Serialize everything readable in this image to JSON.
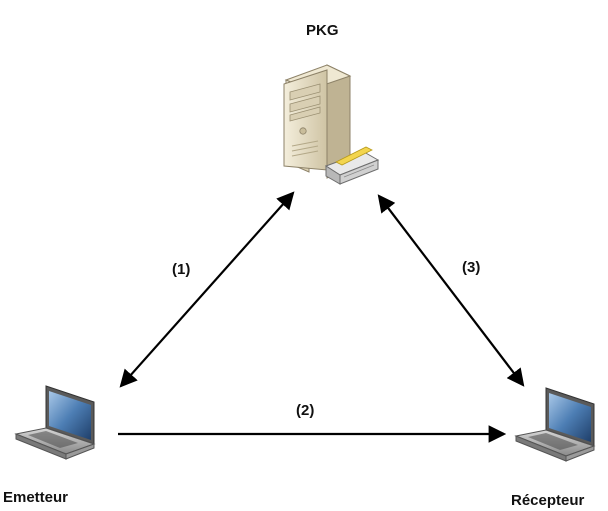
{
  "nodes": {
    "server": {
      "label": "PKG",
      "icon": "server-icon"
    },
    "sender": {
      "label": "Emetteur",
      "icon": "laptop-icon"
    },
    "receiver": {
      "label": "Récepteur",
      "icon": "laptop-icon"
    }
  },
  "edges": [
    {
      "id": "edge-1",
      "label": "(1)",
      "from": "sender",
      "to": "server",
      "bidirectional": true
    },
    {
      "id": "edge-2",
      "label": "(2)",
      "from": "sender",
      "to": "receiver",
      "bidirectional": false
    },
    {
      "id": "edge-3",
      "label": "(3)",
      "from": "receiver",
      "to": "server",
      "bidirectional": true
    }
  ],
  "colors": {
    "arrow": "#000000",
    "text": "#111111",
    "server_case": "#e6dcc2",
    "laptop_screen": "#4d7eb4"
  }
}
